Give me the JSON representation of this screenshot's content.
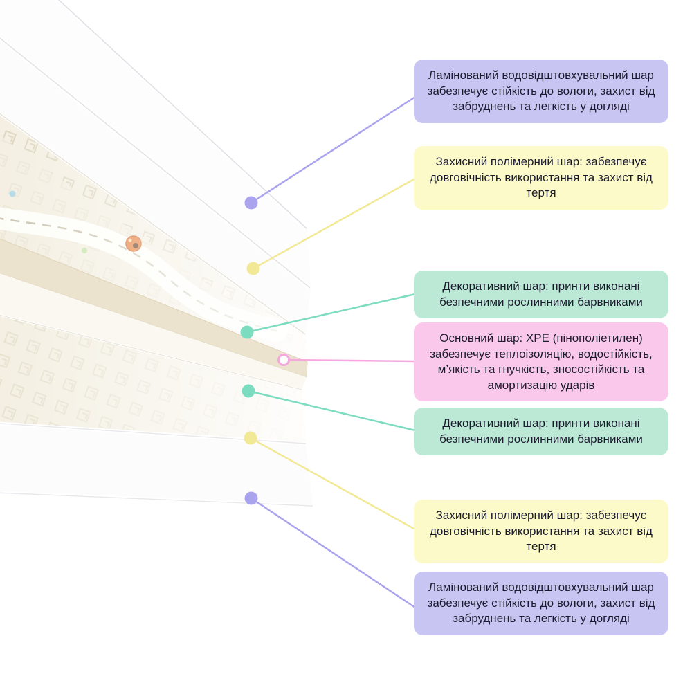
{
  "callouts": [
    {
      "id": "laminated-top",
      "color": "purple",
      "text": "Ламінований водовідштовхувальний шар забезпечує стійкість до вологи, захист від забруднень та легкість у догляді"
    },
    {
      "id": "protective-top",
      "color": "yellow",
      "text": "Захисний полімерний шар: забезпечує довговічність використання та захист від тертя"
    },
    {
      "id": "decorative-top",
      "color": "teal",
      "text": "Декоративний шар: принти виконані безпечними рослинними барвниками"
    },
    {
      "id": "core-layer",
      "color": "pink",
      "text": "Основний шар: XPE (пінополіетилен) забезпечує теплоізоляцію, водостійкість, м’якість та гнучкість, зносостійкість та амортизацію ударів"
    },
    {
      "id": "decorative-bottom",
      "color": "teal",
      "text": "Декоративний шар: принти виконані безпечними рослинними барвниками"
    },
    {
      "id": "protective-bottom",
      "color": "yellow",
      "text": "Захисний полімерний шар: забезпечує довговічність використання та захист від тертя"
    },
    {
      "id": "laminated-bottom",
      "color": "purple",
      "text": "Ламінований водовідштовхувальний шар забезпечує стійкість до вологи, захист від забруднень та легкість у догляді"
    }
  ],
  "palette": {
    "purple_box": "#c8c5f3",
    "yellow_box": "#fcfac9",
    "teal_box": "#bce9d6",
    "pink_box": "#f9c8eb",
    "purple_line": "#aaa3ee",
    "yellow_line": "#f2e996",
    "teal_line": "#7cdcbf",
    "pink_line": "#f6a8de",
    "text": "#1b1b2e",
    "mat_base": "#f3eee0",
    "mat_core": "#ece3cf"
  }
}
